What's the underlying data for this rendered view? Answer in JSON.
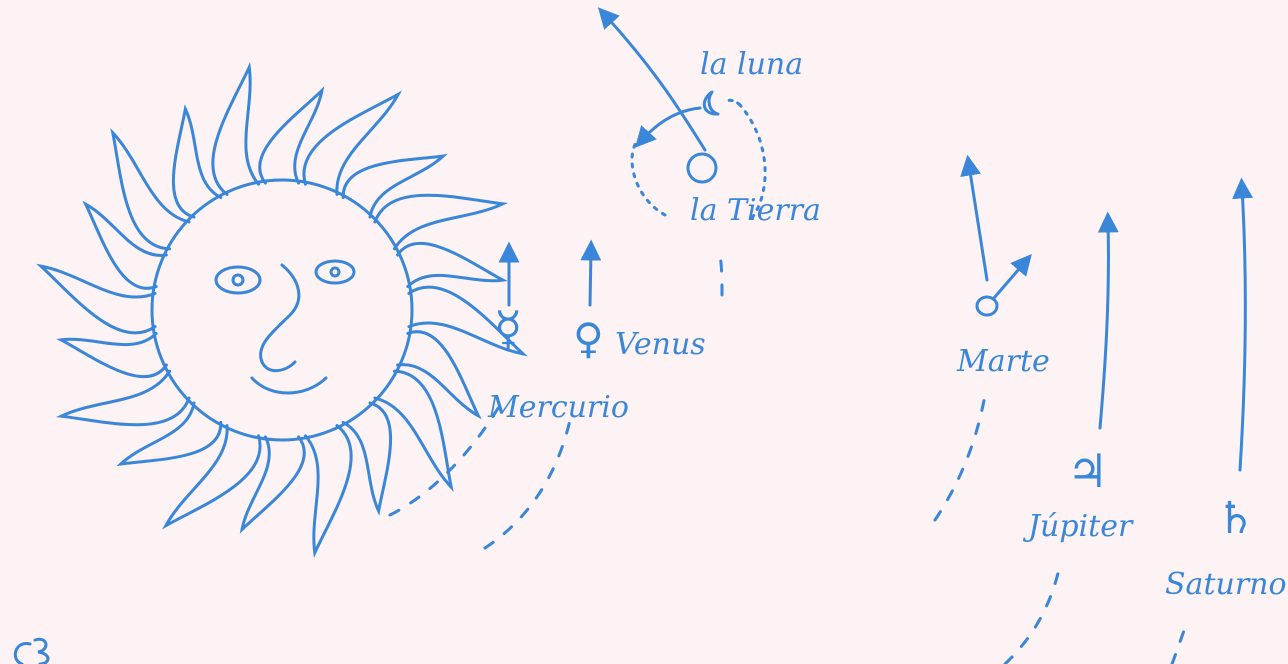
{
  "ink_color": "#3a86d8",
  "background_color": "#fdf2f4",
  "labels": {
    "moon": "la luna",
    "earth": "la Tierra",
    "mercury": "Mercurio",
    "venus": "Venus",
    "mars": "Marte",
    "jupiter": "Júpiter",
    "saturn": "Saturno",
    "signature": "CB"
  },
  "icons": {
    "sun": "sun-face-icon",
    "moon": "crescent-moon-icon",
    "earth": "earth-circle-icon",
    "mercury": "mercury-symbol-icon",
    "venus": "venus-symbol-icon",
    "mars": "mars-symbol-icon",
    "jupiter": "jupiter-symbol-icon",
    "saturn": "saturn-symbol-icon"
  }
}
